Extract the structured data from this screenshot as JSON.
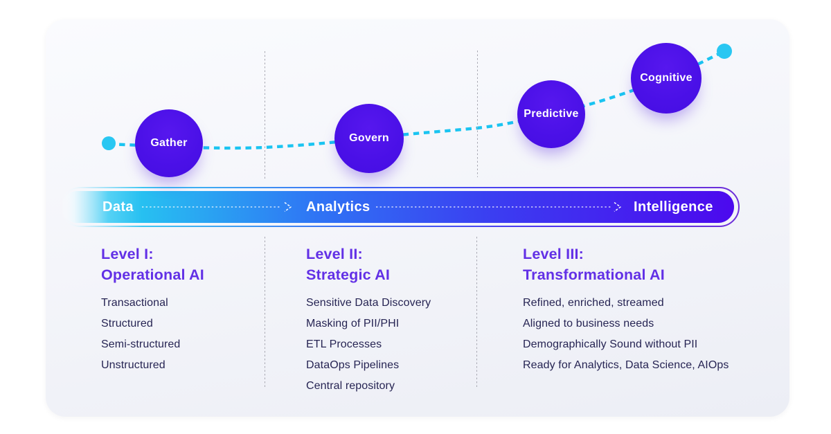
{
  "colors": {
    "accent_purple": "#4b10e8",
    "accent_cyan": "#1ac4f1",
    "heading_purple": "#6230e6",
    "body_text": "#262453",
    "bar_gradient_start": "#27c0f1",
    "bar_gradient_mid": "#2f74f4",
    "bar_gradient_end": "#4c09ee"
  },
  "journey": {
    "stages": [
      {
        "label": "Gather"
      },
      {
        "label": "Govern"
      },
      {
        "label": "Predictive"
      },
      {
        "label": "Cognitive"
      }
    ]
  },
  "bar": {
    "labels": [
      "Data",
      "Analytics",
      "Intelligence"
    ]
  },
  "columns": [
    {
      "heading_line1": "Level I:",
      "heading_line2": "Operational AI",
      "items": [
        "Transactional",
        "Structured",
        "Semi-structured",
        "Unstructured"
      ]
    },
    {
      "heading_line1": "Level II:",
      "heading_line2": "Strategic AI",
      "items": [
        "Sensitive Data Discovery",
        "Masking of PII/PHI",
        "ETL Processes",
        "DataOps Pipelines",
        "Central repository"
      ]
    },
    {
      "heading_line1": "Level III:",
      "heading_line2": "Transformational AI",
      "items": [
        "Refined, enriched, streamed",
        "Aligned to business needs",
        "Demographically Sound without PII",
        "Ready for Analytics, Data Science, AIOps"
      ]
    }
  ]
}
